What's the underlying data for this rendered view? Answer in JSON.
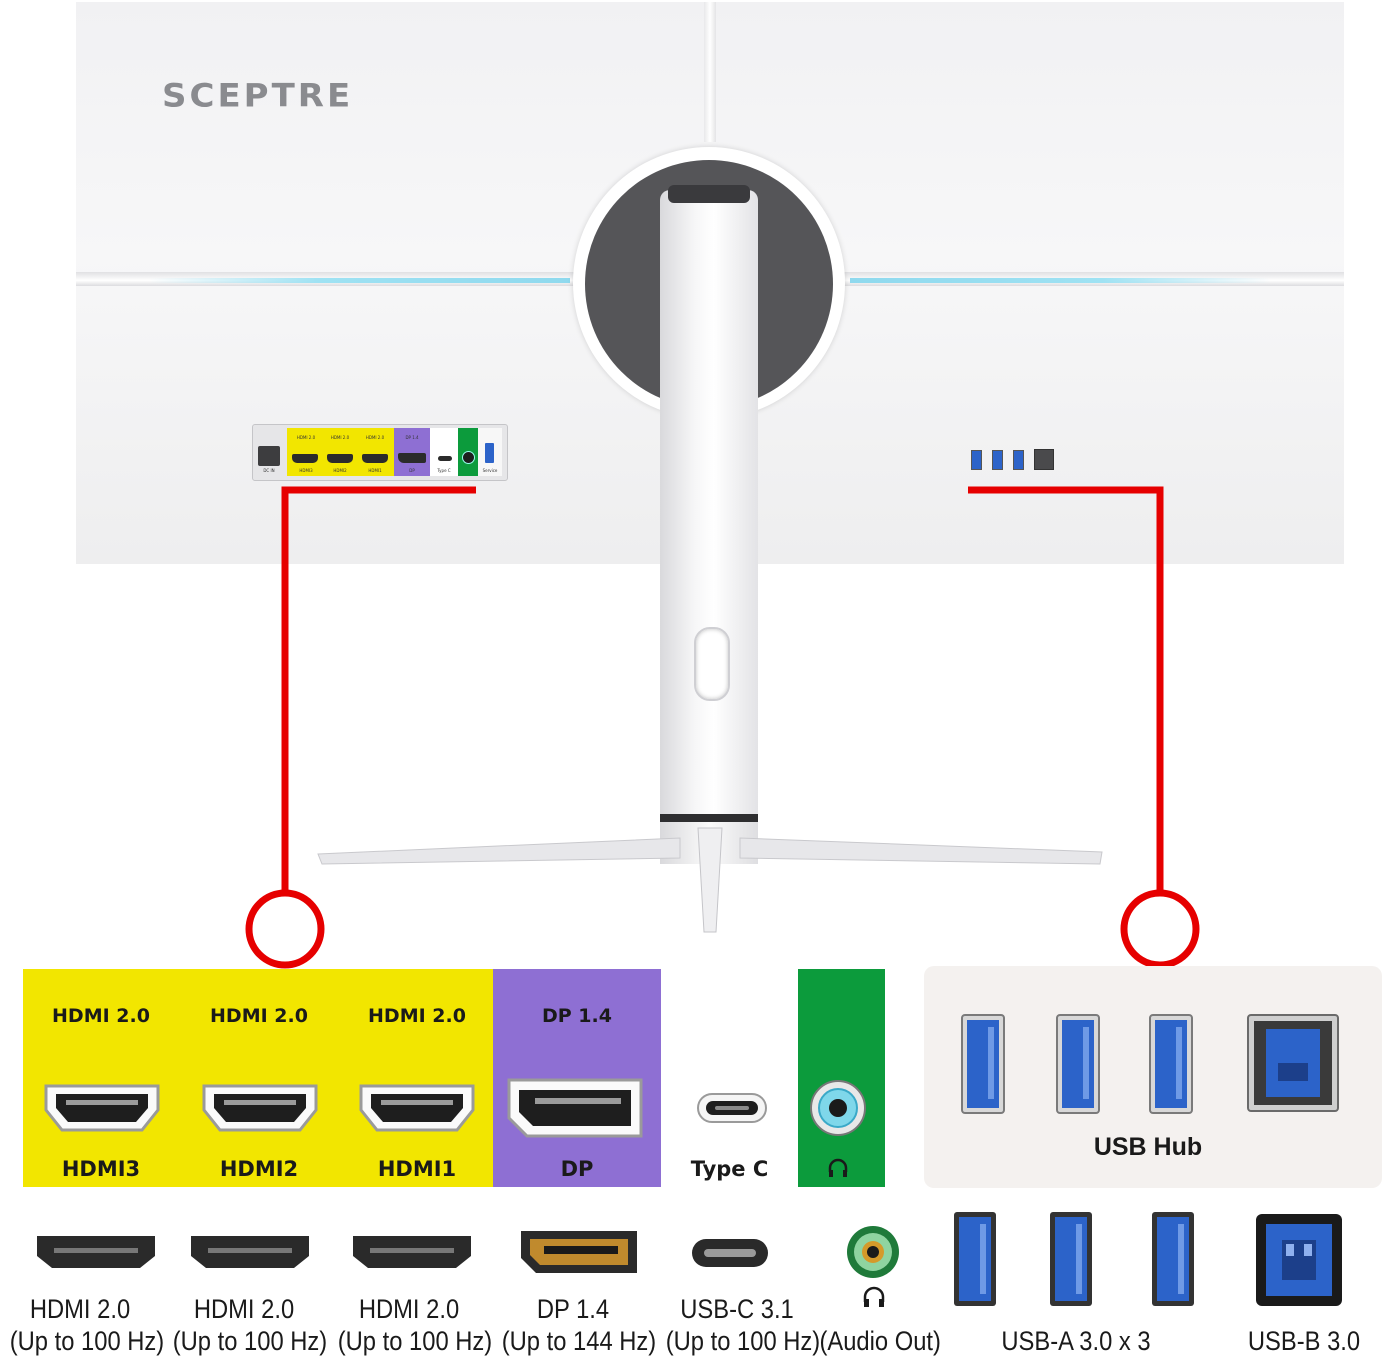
{
  "brand": {
    "logo_text": "SCEPTRE"
  },
  "colors": {
    "hdmi": "#f2e600",
    "dp": "#8e6fd3",
    "audio": "#0c9b3c",
    "hub_bg": "#f4f1ef",
    "callout": "#e60000",
    "usb_blue": "#2c63c9"
  },
  "rear_panel": {
    "labels": [
      "HDMI 2.0",
      "HDMI 2.0",
      "HDMI 2.0",
      "DP 1.4",
      "DC IN",
      "HDMI3",
      "HDMI2",
      "HDMI1",
      "DP",
      "Type C",
      "Service"
    ]
  },
  "io_panel": {
    "ports": [
      {
        "top": "HDMI 2.0",
        "bottom": "HDMI3",
        "icon": "hdmi-port-icon"
      },
      {
        "top": "HDMI 2.0",
        "bottom": "HDMI2",
        "icon": "hdmi-port-icon"
      },
      {
        "top": "HDMI 2.0",
        "bottom": "HDMI1",
        "icon": "hdmi-port-icon"
      },
      {
        "top": "DP 1.4",
        "bottom": "DP",
        "icon": "displayport-icon"
      },
      {
        "top": "",
        "bottom": "Type C",
        "icon": "usb-c-port-icon"
      },
      {
        "top": "",
        "bottom": "",
        "icon": "audio-jack-icon"
      }
    ]
  },
  "usb_hub": {
    "label": "USB Hub"
  },
  "legend": {
    "items": [
      {
        "line1": "HDMI 2.0",
        "line2": "(Up to 100 Hz)"
      },
      {
        "line1": "HDMI 2.0",
        "line2": "(Up to 100 Hz)"
      },
      {
        "line1": "HDMI 2.0",
        "line2": "(Up to 100 Hz)"
      },
      {
        "line1": "DP 1.4",
        "line2": "(Up to 144 Hz)"
      },
      {
        "line1": "USB-C 3.1",
        "line2": "(Up to 100 Hz)"
      },
      {
        "line1": "",
        "line2": "(Audio Out)"
      }
    ],
    "usb_a": "USB-A 3.0 x 3",
    "usb_b": "USB-B 3.0"
  }
}
